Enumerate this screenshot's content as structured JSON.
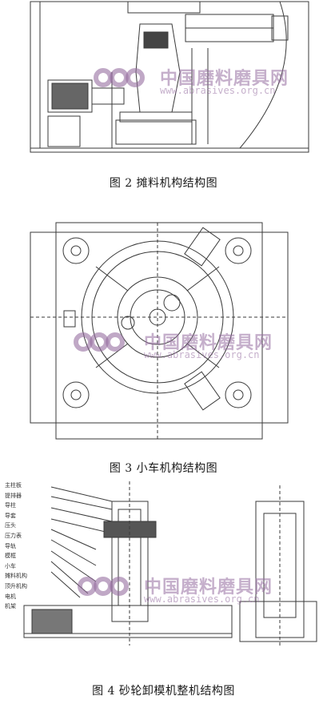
{
  "figures": [
    {
      "caption": "图 2  摊料机构结构图"
    },
    {
      "caption": "图 3  小车机构结构图"
    },
    {
      "caption": "图 4  砂轮卸模机整机结构图"
    }
  ],
  "figure4_labels": [
    "主柱板",
    "提排器",
    "导柱",
    "导套",
    "压头",
    "压力表",
    "导轨",
    "模框",
    "小车",
    "摊料机构",
    "顶升机构",
    "电机",
    "机架"
  ],
  "watermark": {
    "text": "中国磨料磨具网",
    "url": "www.abrasives.org.cn"
  },
  "colors": {
    "line": "#3a3a3a",
    "watermark": "#9a6ea8"
  }
}
